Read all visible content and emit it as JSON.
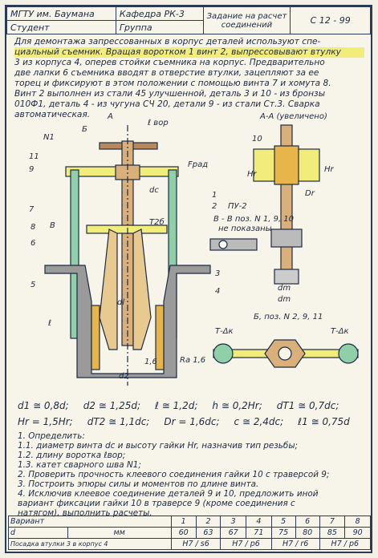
{
  "header": {
    "university": "МГТУ им. Баумана",
    "student": "Студент",
    "department": "Кафедра РК-3",
    "group": "Группа",
    "task_title": "Задание на расчет соединений",
    "code": "С 12 - 99"
  },
  "intro": [
    "Для демонтажа запрессованных в корпус деталей используют спе-",
    "циальный съемник. Вращая воротком 1 винт 2, выпрессовывают втулку",
    "3 из корпуса 4, оперев стойки съемника    на корпус. Предварительно",
    "две лапки 6 съемника вводят в отверстие втулки, зацепляют за ее",
    "торец и фиксируют в этом положении с помощью винта 7 и хомута 8.",
    "Винт 2 выполнен из стали 45 улучшенной, деталь 3 и 10 - из бронзы",
    "010Ф1, деталь 4 - из чугуна СЧ 20, детали 9 - из стали Ст.3. Сварка",
    "автоматическая."
  ],
  "drawing": {
    "labels": [
      "1",
      "2",
      "3",
      "4",
      "5",
      "6",
      "7",
      "8",
      "9",
      "10",
      "11",
      "N1",
      "Б",
      "А",
      "ℓ вор",
      "Fрад",
      "dc",
      "ПУ-2",
      "В",
      "Т2б",
      "dl",
      "d2",
      "ℓ",
      "1,6",
      "Rа 1,6"
    ],
    "section_aa": "А-А (увеличено)",
    "section_vv": "В - В поз. N 1, 9, 10",
    "section_vv_note": "не показаны",
    "section_b": "Б, поз. N 2, 9, 11",
    "weld_left": "Т-Δк",
    "weld_right": "Т-Δк",
    "dims_aa": [
      "10",
      "Hr",
      "Dr",
      "Hr"
    ],
    "dims_vv": [
      "dm",
      "dm"
    ]
  },
  "formulas": {
    "row1": [
      "d1 ≅ 0,8d;",
      "d2 ≅ 1,25d;",
      "ℓ ≅ 1,2d;",
      "h ≅ 0,2Hr;",
      "dT1 ≅ 0,7dc;"
    ],
    "row2": [
      "Hr = 1,5Hr;",
      "dT2 ≅ 1,1dc;",
      "Dr = 1,6dc;",
      "c ≅ 2,4dc;",
      "ℓ1 ≅ 0,75d"
    ]
  },
  "tasks": [
    "1. Определить:",
    "1.1. диаметр винта dc и высоту гайки Hr, назначив тип резьбы;",
    "1.2. длину воротка ℓвор;",
    "1.3. катет сварного шва N1;",
    "2. Проверить прочность клеевого соединения гайки 10 с траверсой 9;",
    "3. Построить эпюры силы и моментов по длине винта.",
    "4. Исключив клеевое соединение деталей 9 и 10, предложить иной",
    "вариант фиксации гайки 10 в траверсе 9 (кроме соединения с",
    "натягом), выполнить расчеты."
  ],
  "variants": {
    "header": "Вариант",
    "numbers": [
      "1",
      "2",
      "3",
      "4",
      "5",
      "6",
      "7",
      "8"
    ],
    "d_label": "d",
    "d_unit": "мм",
    "d_values": [
      "60",
      "63",
      "67",
      "71",
      "75",
      "80",
      "85",
      "90"
    ],
    "fit_label": "Посадка втулки 3 в корпус 4",
    "fits": [
      "H7 / s6",
      "H7 / p6",
      "H7 / r6",
      "H7 / p6"
    ]
  },
  "colors": {
    "ink": "#1d2a44",
    "bronze": "#e8c98f",
    "steel_green": "#8fd0a8",
    "cast_iron": "#8f8f8f",
    "highlight": "#f2ec7a"
  }
}
